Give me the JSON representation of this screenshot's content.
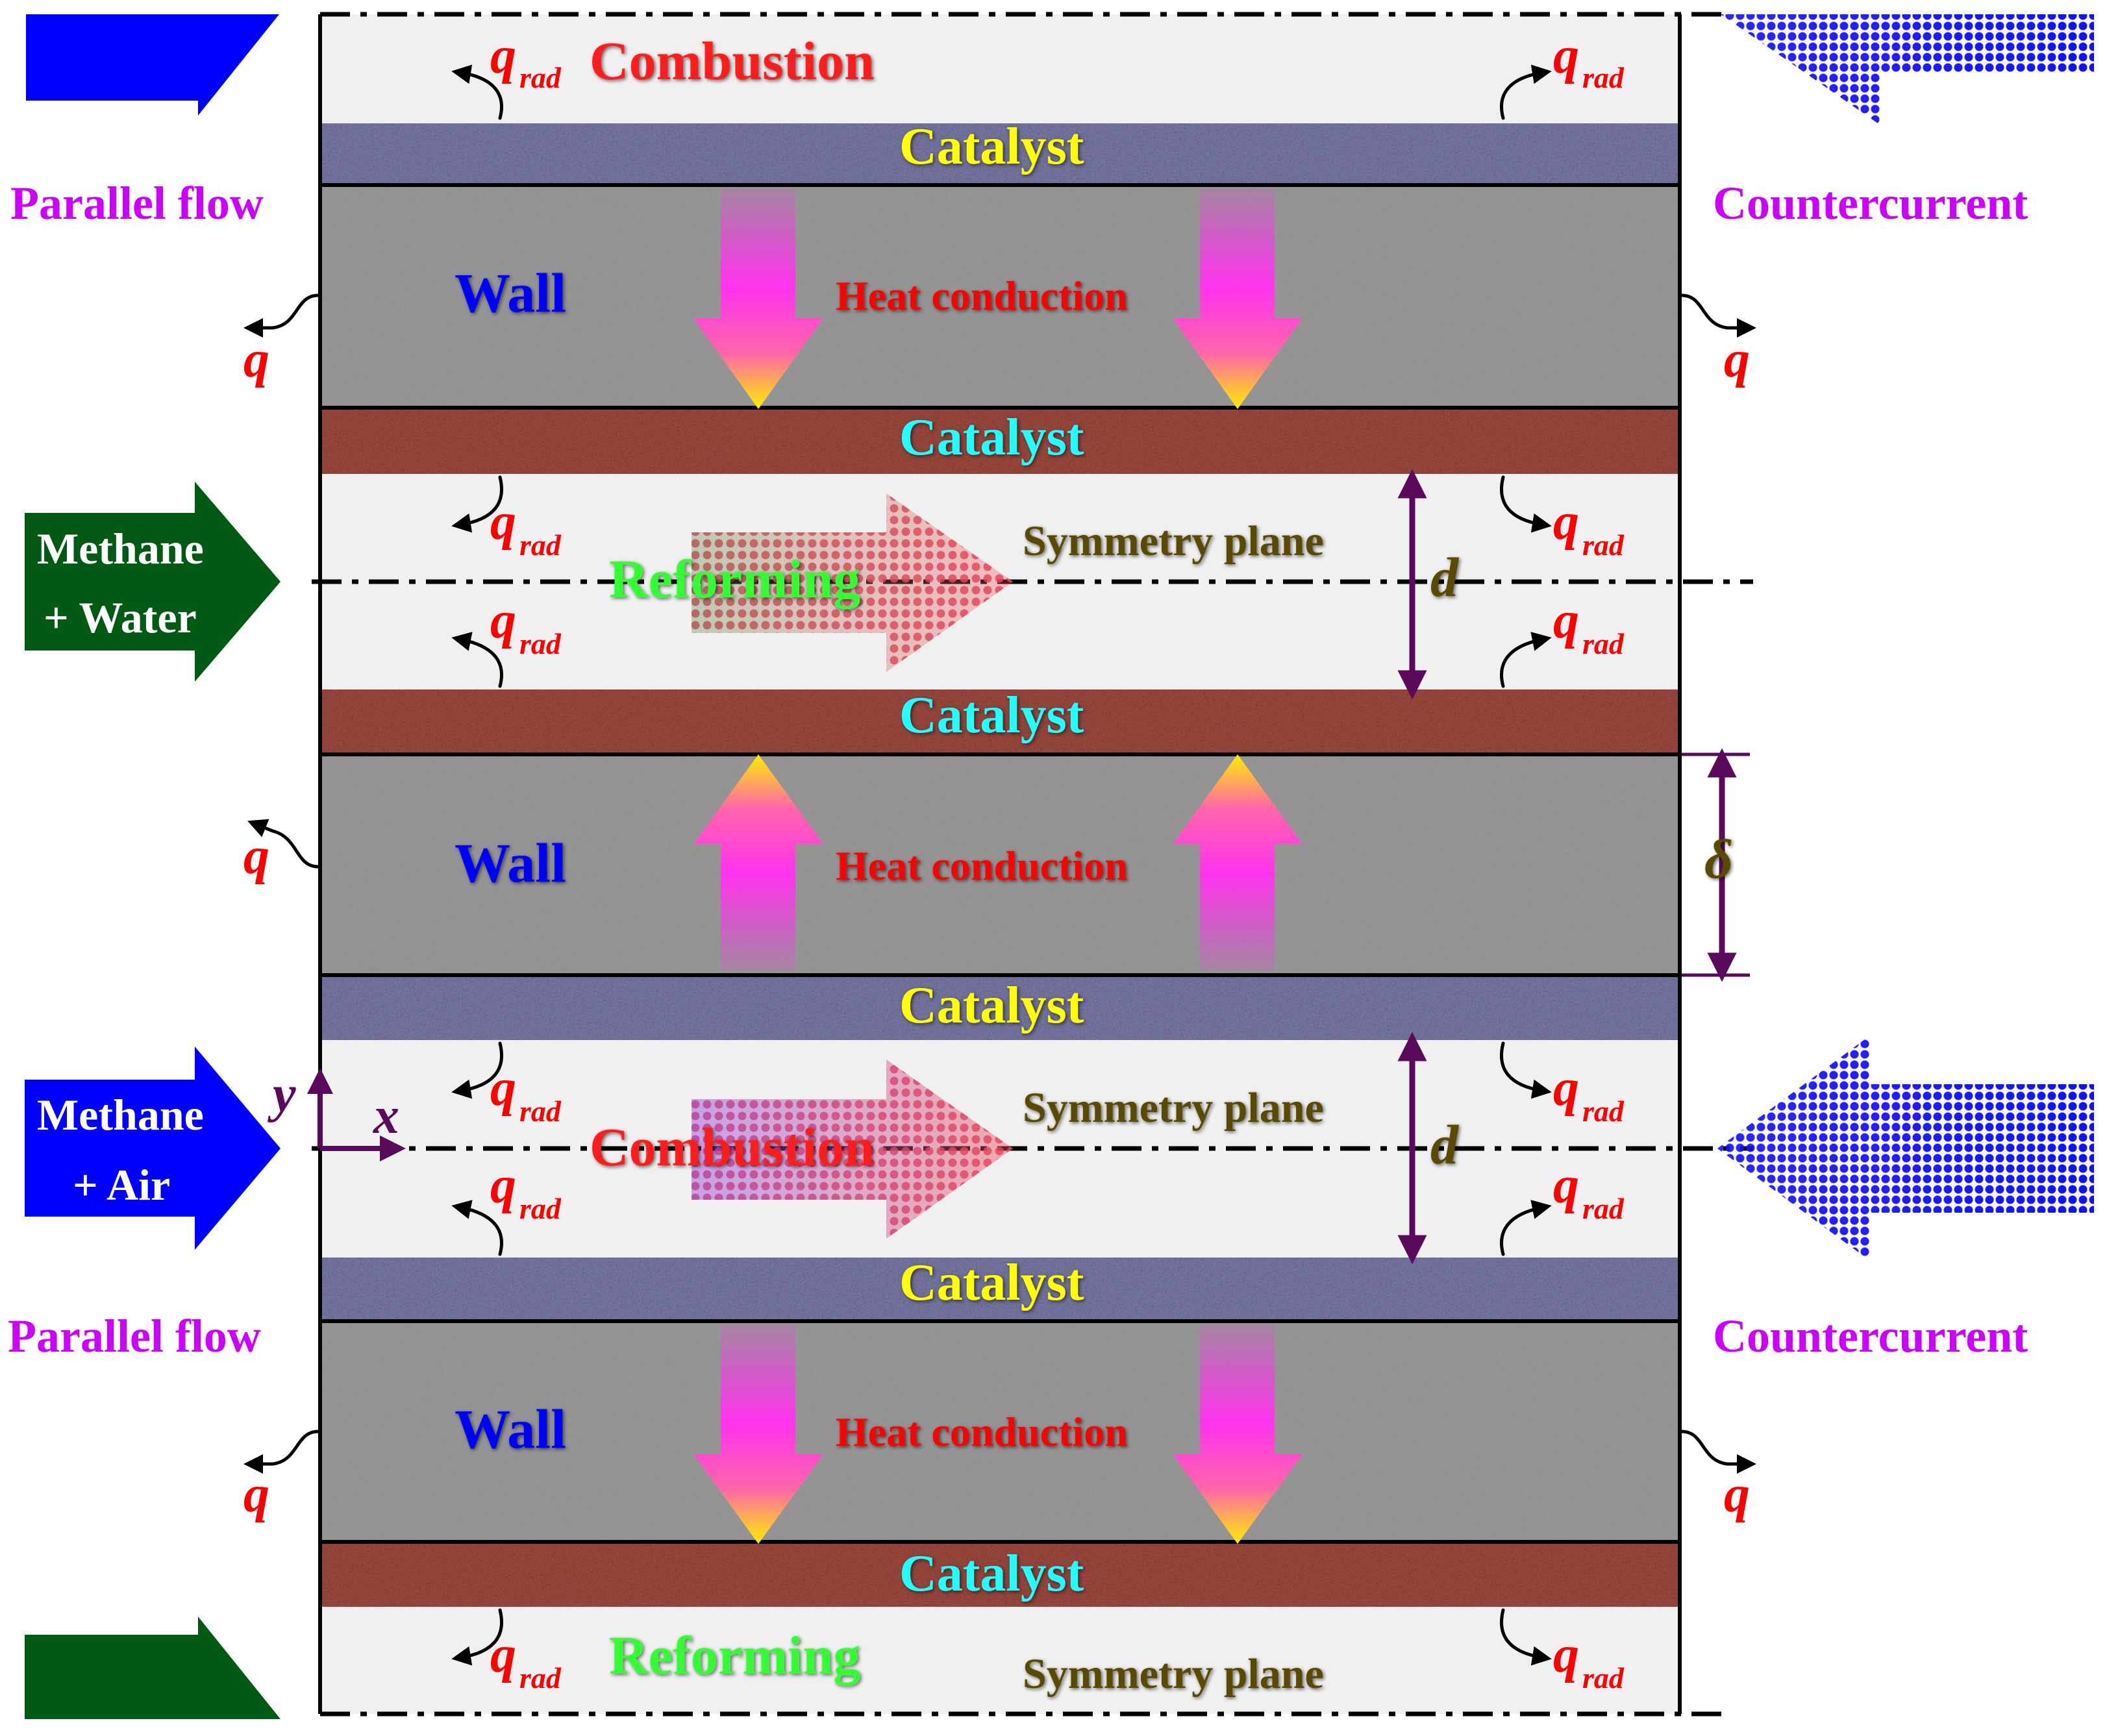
{
  "labels": {
    "combustion": "Combustion",
    "reforming": "Reforming",
    "catalyst": "Catalyst",
    "wall": "Wall",
    "heat_conduction": "Heat conduction",
    "symmetry_plane": "Symmetry plane",
    "parallel_flow": "Parallel flow",
    "countercurrent": "Countercurrent",
    "methane": "Methane",
    "plus_water": "+ Water",
    "plus_air": "+ Air",
    "q": "q",
    "rad": "rad",
    "d": "d",
    "delta": "δ",
    "axis_x": "x",
    "axis_y": "y"
  },
  "colors": {
    "combustion_text": "#ff1a1a",
    "reforming_text": "#33ff33",
    "catalyst_yellow": "#ffff00",
    "catalyst_cyan": "#22ffff",
    "wall_text": "#0000ff",
    "heat_text": "#ff0000",
    "symmetry_text": "#5a4a00",
    "flow_text": "#cc00ff",
    "fuel_blue": "#0000ff",
    "reforming_green": "#005a14",
    "dimension": "#5a0a5a",
    "wall_fill": "#9a9a9a",
    "channel_fill": "#f0f0f0",
    "catalyst_combustion_fill": "#7a7aa8",
    "catalyst_reforming_fill": "#a04a40"
  },
  "icons": {
    "flow_arrow": "right-arrow-icon",
    "countercurrent_arrow": "left-arrow-icon",
    "heat_arrow": "heat-flux-arrow-icon",
    "radiation": "curved-arrow-icon",
    "dimension": "double-arrow-icon"
  }
}
